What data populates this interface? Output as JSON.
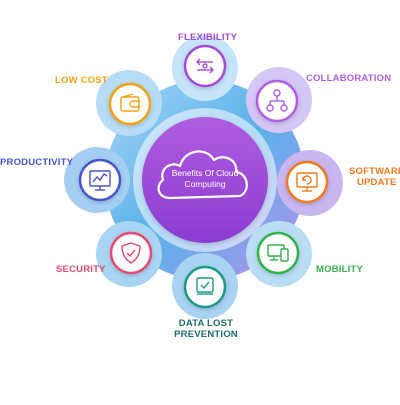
{
  "center": {
    "title_line1": "Benefits Of Cloud",
    "title_line2": "Computing"
  },
  "nodes": [
    {
      "id": "flexibility",
      "label": "FLEXIBILITY",
      "color": "#a74bd6",
      "icon": "arrows-icon"
    },
    {
      "id": "collaboration",
      "label": "COLLABORATION",
      "color": "#b15fe0",
      "icon": "network-icon"
    },
    {
      "id": "software-update",
      "label_line1": "SOFTWARE",
      "label_line2": "UPDATE",
      "color": "#f07a1f",
      "icon": "monitor-refresh-icon"
    },
    {
      "id": "mobility",
      "label": "MOBILITY",
      "color": "#33b24a",
      "icon": "devices-icon"
    },
    {
      "id": "data-lost-prevention",
      "label_line1": "DATA LOST",
      "label_line2": "PREVENTION",
      "color": "#1e9a86",
      "icon": "document-check-icon"
    },
    {
      "id": "security",
      "label": "SECURITY",
      "color": "#e8486f",
      "icon": "shield-check-icon"
    },
    {
      "id": "productivity",
      "label": "PRODUCTIVITY",
      "color": "#4655c9",
      "icon": "dashboard-icon"
    },
    {
      "id": "low-cost",
      "label": "LOW COST",
      "color": "#f4a20f",
      "icon": "wallet-icon"
    }
  ]
}
